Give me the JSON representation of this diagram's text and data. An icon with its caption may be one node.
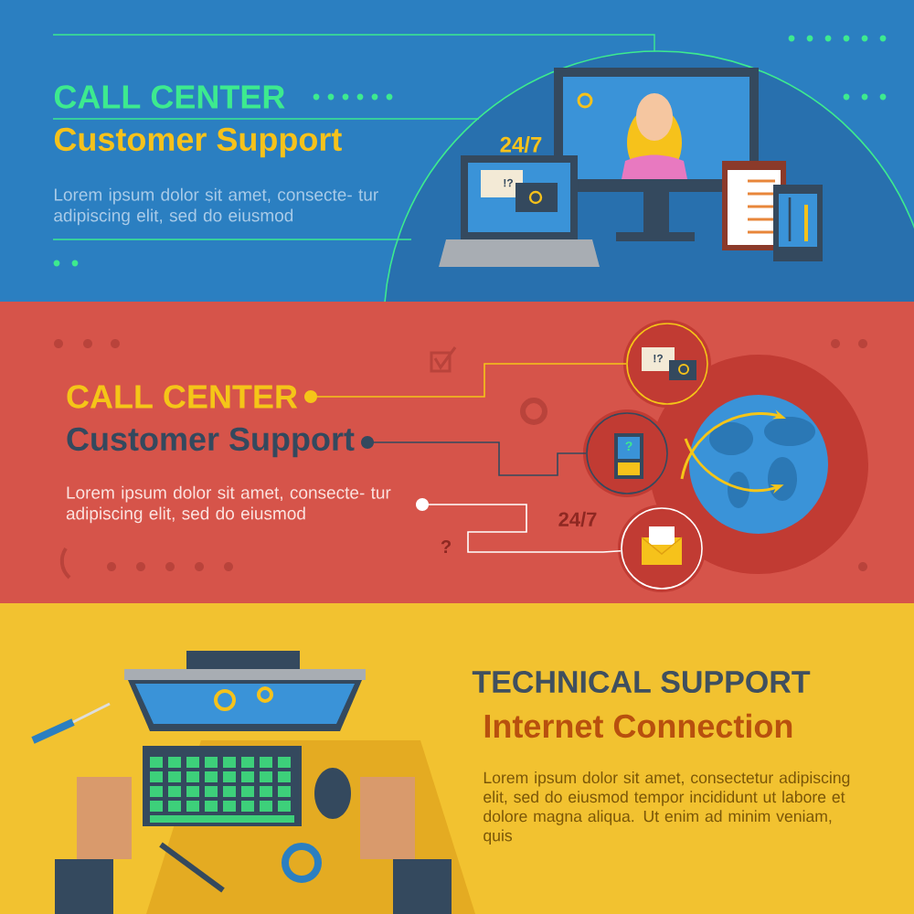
{
  "diagram": {
    "nodes": [
      {
        "text": [
          "CALL CENTER"
        ]
      },
      {
        "text": [
          "Customer Support"
        ]
      },
      {
        "text": [
          "Lorem ipsum dolor sit amet, consecte- tur adipiscing elit, sed do eiusmod"
        ]
      },
      {
        "text": [],
        "shape": "circle"
      },
      {
        "text": [],
        "shape": "circle"
      },
      {
        "text": [],
        "shape": "circle"
      }
    ],
    "edges": [
      {
        "from": 0,
        "to": 3,
        "arrow": "other",
        "color": "#f5c518"
      },
      {
        "from": 1,
        "to": 4,
        "arrow": "other",
        "color": "#34495e"
      },
      {
        "from": 2,
        "to": 5,
        "arrow": "other",
        "color": "#ffffff"
      }
    ],
    "labels": [
      "CALL CENTER",
      "Customer Support",
      "Lorem ipsum dolor sit amet, consecte- tur adipiscing elit, sed do eiusmod",
      "24/7",
      "!?",
      "!?",
      "?",
      "24/7",
      "?",
      "TECHNICAL SUPPORT",
      "Internet Connection",
      "Lorem ipsum dolor sit amet, consectetur adipiscing elit, sed do eiusmod tempor incididunt ut labore et dolore magna aliqua. Ut enim ad minim veniam, quis"
    ]
  }
}
